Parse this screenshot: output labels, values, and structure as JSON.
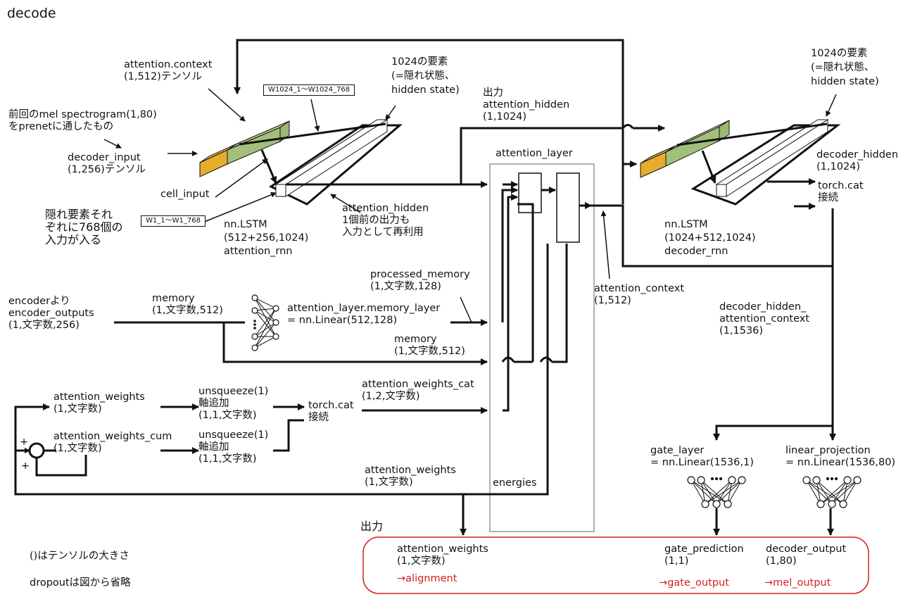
{
  "title": "decode",
  "labels": {
    "attention_context_input": "attention.context\n(1,512)テンソル",
    "prenet_note": "前回のmel spectrogram(1,80)\nをprenetに通したもの",
    "decoder_input": "decoder_input\n(1,256)テンソル",
    "cell_input": "cell_input",
    "hidden_elements_note": "隠れ要素それ\nぞれに768個の\n入力が入る",
    "weights_top": "W1024_1～W1024_768",
    "weights_bottom": "W1_1～W1_768",
    "elements_1024_a": "1024の要素\n(=隠れ状態、\nhidden state)",
    "elements_1024_b": "1024の要素\n(=隠れ状態、\nhidden state)",
    "output_attention_hidden": "出力\nattention_hidden\n(1,1024)",
    "attention_layer": "attention_layer",
    "decoder_hidden": "decoder_hidden\n(1,1024)",
    "torch_cat_top": "torch.cat\n接続",
    "attention_hidden_reuse": "attention_hidden\n1個前の出力も\n入力として再利用",
    "attention_rnn": "nn.LSTM\n(512+256,1024)\nattention_rnn",
    "decoder_rnn": "nn.LSTM\n(1024+512,1024)\ndecoder_rnn",
    "processed_memory": "processed_memory\n(1,文字数,128)",
    "attention_context_out": "attention_context\n(1,512)",
    "encoder_outputs": "encoderより\nencoder_outputs\n(1,文字数,256)",
    "memory_a": "memory\n(1,文字数,512)",
    "memory_layer": "attention_layer.memory_layer\n= nn.Linear(512,128)",
    "memory_b": "memory\n(1,文字数,512)",
    "decoder_hidden_attention_context": "decoder_hidden_\nattention_context\n(1,1536)",
    "attention_weights_in": "attention_weights\n(1,文字数)",
    "unsqueeze_a": "unsqueeze(1)\n軸追加\n(1,1,文字数)",
    "torch_cat_mid": "torch.cat\n接続",
    "attention_weights_cat": "attention_weights_cat\n(1,2,文字数)",
    "attention_weights_cum": "attention_weights_cum\n(1,文字数)",
    "unsqueeze_b": "unsqueeze(1)\n軸追加\n(1,1,文字数)",
    "plus_top": "+",
    "plus_bottom": "+",
    "gate_layer": "gate_layer\n= nn.Linear(1536,1)",
    "linear_projection": "linear_projection\n= nn.Linear(1536,80)",
    "attention_weights_back": "attention_weights\n(1,文字数)",
    "energies": "energies",
    "output_bottom": "出力",
    "out_attention_weights": "attention_weights\n(1,文字数)",
    "out_alignment": "→alignment",
    "out_gate_prediction": "gate_prediction\n(1,1)",
    "out_gate_output": "→gate_output",
    "out_decoder_output": "decoder_output\n(1,80)",
    "out_mel_output": "→mel_output",
    "note_tensor_size": "()はテンソルの大きさ",
    "note_dropout": "dropoutは図から省略"
  },
  "colors": {
    "yellow": "#f2c24a",
    "green": "#b5cf8e",
    "red": "#d42020",
    "box_gray": "#999999"
  }
}
